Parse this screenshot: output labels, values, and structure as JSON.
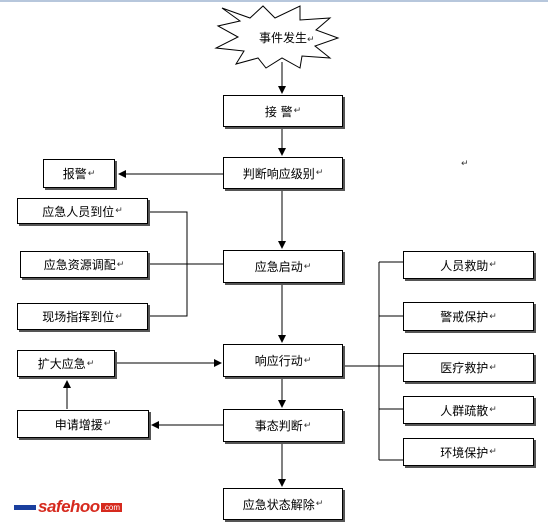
{
  "title": "事件发生",
  "return_mark": "↵",
  "nodes": {
    "jiejing": "接  警",
    "panduan": "判断响应级别",
    "baojing": "报警",
    "renyuan_daowei": "应急人员到位",
    "ziyuan_diaopei": "应急资源调配",
    "xianchang_zhihui": "现场指挥到位",
    "yingji_qidong": "应急启动",
    "xiangying_xingdong": "响应行动",
    "kuoda_yingji": "扩大应急",
    "shenqing_zengyuan": "申请增援",
    "shitai_panduan": "事态判断",
    "yingji_jiechu": "应急状态解除",
    "renyuan_jiuzhu": "人员救助",
    "jingjie_baohu": "警戒保护",
    "yiliao_jiuhu": "医疗救护",
    "renqun_shusan": "人群疏散",
    "huanjing_baohu": "环境保护"
  },
  "watermark": {
    "text": "safehoo",
    "suffix": ".com"
  }
}
